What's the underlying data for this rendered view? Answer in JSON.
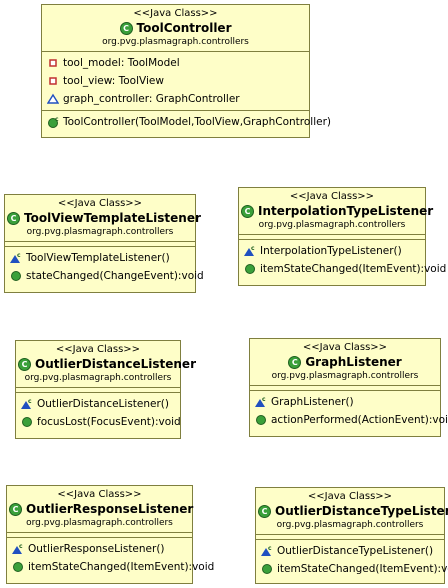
{
  "classes": [
    {
      "stereotype": "<<Java Class>>",
      "name": "ToolController",
      "package": "org.pvg.plasmagraph.controllers",
      "fields": [
        {
          "visibility": "private",
          "text": "tool_model: ToolModel"
        },
        {
          "visibility": "private",
          "text": "tool_view: ToolView"
        },
        {
          "visibility": "package",
          "text": "graph_controller: GraphController"
        }
      ],
      "methods": [
        {
          "kind": "constructor-public",
          "text": "ToolController(ToolModel,ToolView,GraphController)"
        }
      ]
    },
    {
      "stereotype": "<<Java Class>>",
      "name": "ToolViewTemplateListener",
      "package": "org.pvg.plasmagraph.controllers",
      "methods": [
        {
          "kind": "constructor-package",
          "text": "ToolViewTemplateListener()"
        },
        {
          "kind": "public",
          "text": "stateChanged(ChangeEvent):void"
        }
      ]
    },
    {
      "stereotype": "<<Java Class>>",
      "name": "InterpolationTypeListener",
      "package": "org.pvg.plasmagraph.controllers",
      "methods": [
        {
          "kind": "constructor-package",
          "text": "InterpolationTypeListener()"
        },
        {
          "kind": "public",
          "text": "itemStateChanged(ItemEvent):void"
        }
      ]
    },
    {
      "stereotype": "<<Java Class>>",
      "name": "OutlierDistanceListener",
      "package": "org.pvg.plasmagraph.controllers",
      "methods": [
        {
          "kind": "constructor-package",
          "text": "OutlierDistanceListener()"
        },
        {
          "kind": "public",
          "text": "focusLost(FocusEvent):void"
        }
      ]
    },
    {
      "stereotype": "<<Java Class>>",
      "name": "GraphListener",
      "package": "org.pvg.plasmagraph.controllers",
      "methods": [
        {
          "kind": "constructor-package",
          "text": "GraphListener()"
        },
        {
          "kind": "public",
          "text": "actionPerformed(ActionEvent):void"
        }
      ]
    },
    {
      "stereotype": "<<Java Class>>",
      "name": "OutlierResponseListener",
      "package": "org.pvg.plasmagraph.controllers",
      "methods": [
        {
          "kind": "constructor-package",
          "text": "OutlierResponseListener()"
        },
        {
          "kind": "public",
          "text": "itemStateChanged(ItemEvent):void"
        }
      ]
    },
    {
      "stereotype": "<<Java Class>>",
      "name": "OutlierDistanceTypeListener",
      "package": "org.pvg.plasmagraph.controllers",
      "methods": [
        {
          "kind": "constructor-package",
          "text": "OutlierDistanceTypeListener()"
        },
        {
          "kind": "public",
          "text": "itemStateChanged(ItemEvent):void"
        }
      ]
    }
  ],
  "colors": {
    "box_fill": "#fefec8",
    "box_border": "#7f7f3f",
    "private_icon": "#c03030",
    "package_icon": "#2050c0",
    "public_icon": "#3aa03a"
  }
}
